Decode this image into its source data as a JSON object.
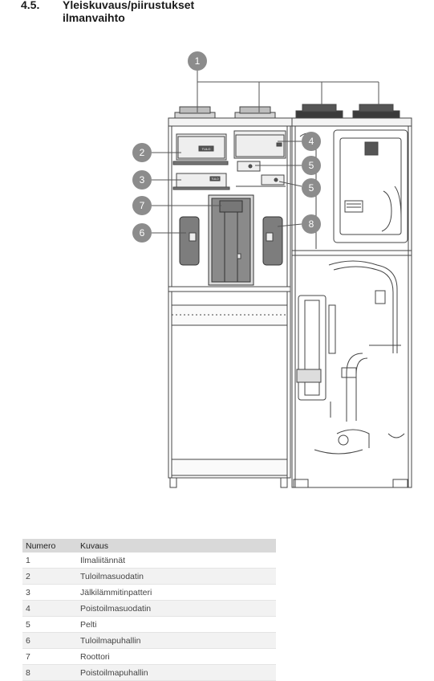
{
  "heading": {
    "number": "4.5.",
    "title_line1": "Yleiskuvaus/piirustukset",
    "title_line2": "ilmanvaihto"
  },
  "diagram": {
    "callouts": [
      "1",
      "2",
      "3",
      "4",
      "5",
      "5",
      "7",
      "6",
      "8"
    ],
    "unit_labels": {
      "filter_label": "TULO",
      "heater_label": "TULO"
    }
  },
  "legend": {
    "headers": [
      "Numero",
      "Kuvaus"
    ],
    "rows": [
      {
        "num": "1",
        "desc": "Ilmaliitännät"
      },
      {
        "num": "2",
        "desc": "Tuloilmasuodatin"
      },
      {
        "num": "3",
        "desc": "Jälkilämmitinpatteri"
      },
      {
        "num": "4",
        "desc": "Poistoilmasuodatin"
      },
      {
        "num": "5",
        "desc": "Pelti"
      },
      {
        "num": "6",
        "desc": "Tuloilmapuhallin"
      },
      {
        "num": "7",
        "desc": "Roottori"
      },
      {
        "num": "8",
        "desc": "Poistoilmapuhallin"
      }
    ]
  }
}
